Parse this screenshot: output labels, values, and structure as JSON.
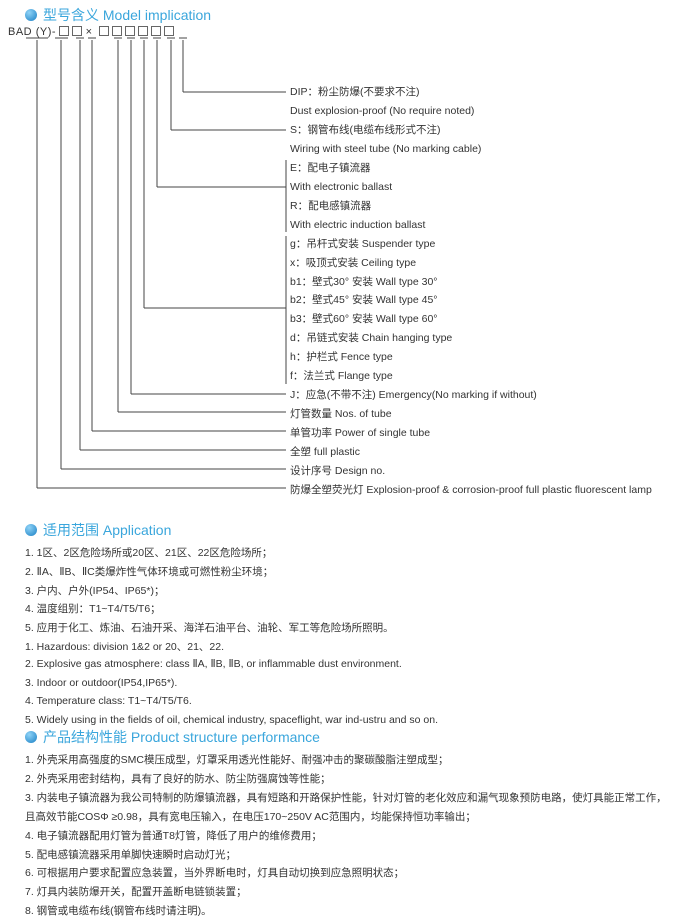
{
  "model": {
    "title": "型号含义 Model implication",
    "code_prefix": "BAD",
    "code_y": "(Y)-",
    "code_x": "×",
    "rows": [
      "DIP：粉尘防爆(不要求不注)",
      "Dust explosion-proof (No require noted)",
      "S：钢管布线(电缆布线形式不注)",
      "Wiring with steel tube (No marking cable)",
      "E：配电子镇流器",
      "With electronic ballast",
      "R：配电感镇流器",
      "With electric induction ballast",
      "g：吊杆式安装  Suspender type",
      "x：吸顶式安装  Ceiling type",
      "b1：壁式30°  安装  Wall type 30°",
      "b2：壁式45°  安装  Wall type 45°",
      "b3：壁式60°  安装  Wall type 60°",
      "d：吊链式安装  Chain hanging type",
      "h：护栏式  Fence type",
      "f：法兰式  Flange type",
      "J：应急(不带不注)  Emergency(No marking if without)",
      "灯管数量  Nos. of tube",
      "单管功率  Power of single tube",
      "全塑  full plastic",
      "设计序号  Design no.",
      "防爆全塑荧光灯  Explosion-proof & corrosion-proof full plastic fluorescent lamp"
    ]
  },
  "application": {
    "title": "适用范围 Application",
    "items": [
      "1. 1区、2区危险场所或20区、21区、22区危险场所；",
      "2. ⅡA、ⅡB、ⅡC类爆炸性气体环境或可燃性粉尘环境；",
      "3. 户内、户外(IP54、IP65*)；",
      "4. 温度组别：T1~T4/T5/T6；",
      "5. 应用于化工、炼油、石油开采、海洋石油平台、油轮、军工等危险场所照明。",
      "1. Hazardous: division 1&2 or 20、21、22.",
      "2. Explosive gas atmosphere: class ⅡA, ⅡB, ⅡB, or inflammable dust environment.",
      "3. Indoor or outdoor(IP54,IP65*).",
      "4. Temperature class: T1~T4/T5/T6.",
      "5. Widely using in the fields of oil, chemical industry, spaceflight, war ind-ustru and so on."
    ]
  },
  "structure": {
    "title": "产品结构性能 Product structure performance",
    "items": [
      "1. 外壳采用高强度的SMC模压成型，灯罩采用透光性能好、耐强冲击的聚碳酸脂注塑成型；",
      "2. 外壳采用密封结构，具有了良好的防水、防尘防强腐蚀等性能；",
      "3. 内装电子镇流器为我公司特制的防爆镇流器，具有短路和开路保护性能，针对灯管的老化效应和漏气现象预防电路，使灯具能正常工作，",
      "    且高效节能COSΦ ≥0.98，具有宽电压输入，在电压170~250V AC范围内，均能保持恒功率输出；",
      "4. 电子镇流器配用灯管为普通T8灯管，降低了用户的维修费用；",
      "5. 配电感镇流器采用单脚快速瞬时启动灯光；",
      "6. 可根据用户要求配置应急装置，当外界断电时，灯具自动切换到应急照明状态；",
      "7. 灯具内装防爆开关，配置开盖断电链锁装置；",
      "8. 钢管或电缆布线(钢管布线时请注明)。"
    ]
  }
}
